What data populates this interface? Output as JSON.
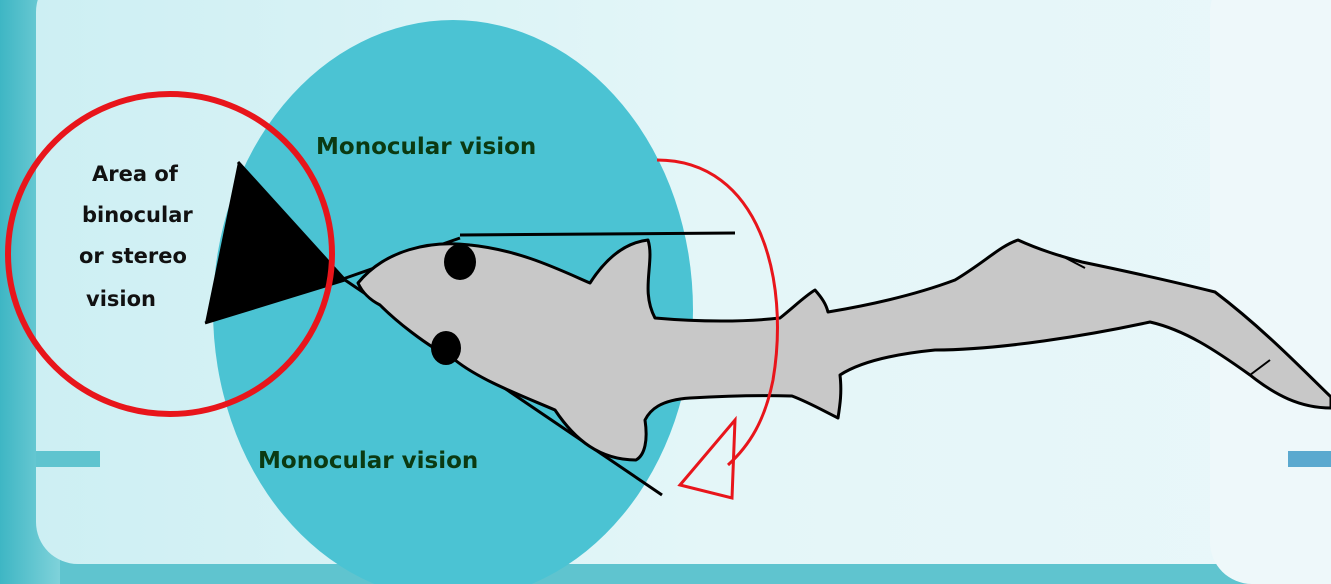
{
  "labels": {
    "monocular_top": "Monocular vision",
    "monocular_bottom": "Monocular vision",
    "binocular_line1": "Area of",
    "binocular_line2": "binocular",
    "binocular_line3": "or stereo",
    "binocular_line4": "vision"
  },
  "colors": {
    "field_of_view": "#4bc3d3",
    "shark_body": "#c8c8c8",
    "annotation": "#e8151b",
    "background": "#e4f6f8"
  }
}
